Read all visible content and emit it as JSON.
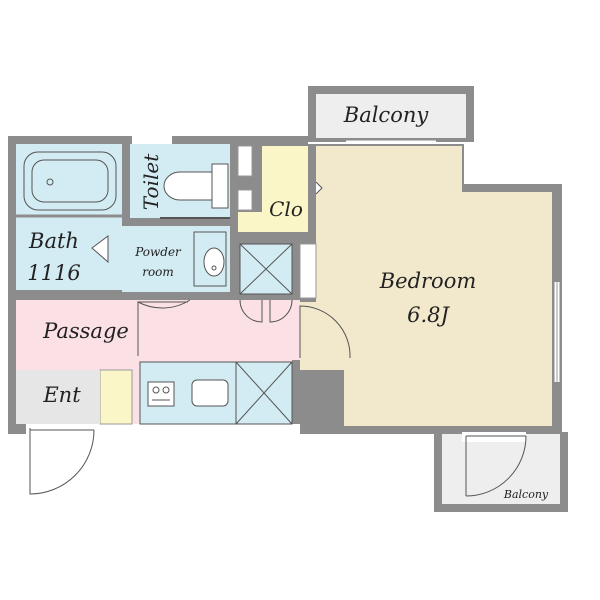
{
  "rooms": {
    "balcony_top": "Balcony",
    "toilet": "Toilet",
    "clo": "Clo",
    "bath": "Bath",
    "bath_size": "1116",
    "powder_room_line1": "Powder",
    "powder_room_line2": "room",
    "passage": "Passage",
    "bedroom": "Bedroom",
    "bedroom_size": "6.8J",
    "entrance": "Ent",
    "balcony_bottom": "Balcony"
  },
  "colors": {
    "wall": "#8c8c8c",
    "wet_area": "#d3ecf3",
    "passage": "#fbe1e5",
    "bedroom": "#f2e9cd",
    "closet": "#fbf6c8",
    "entrance": "#e6e6e6",
    "balcony": "#eeeeee"
  }
}
